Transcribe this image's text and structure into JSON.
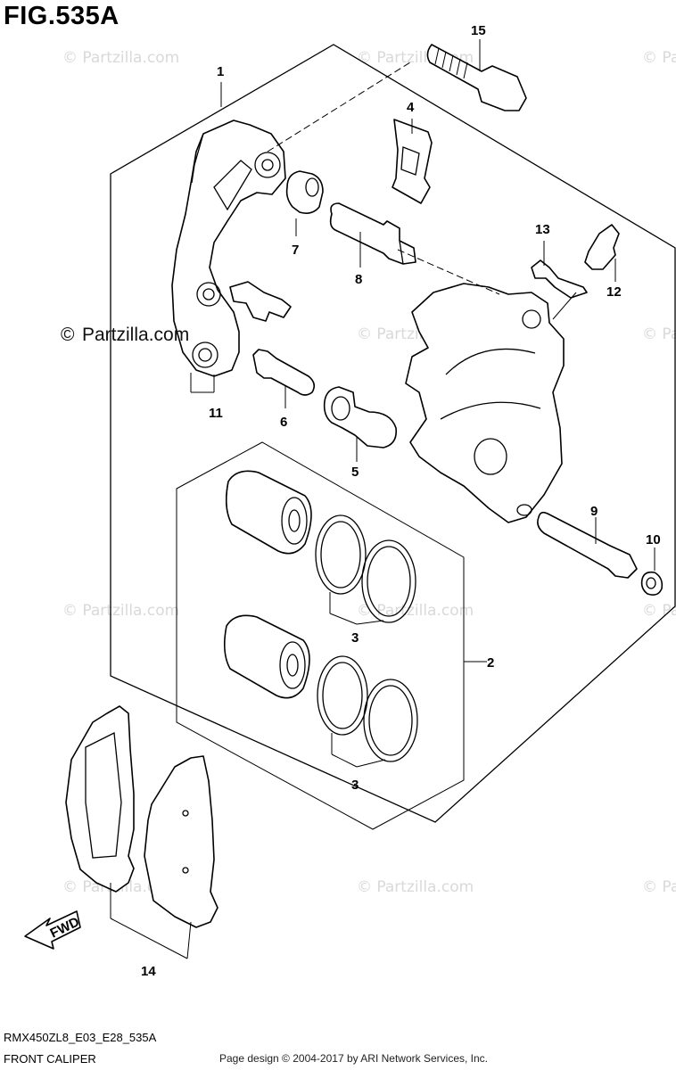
{
  "figure": {
    "title": "FIG.535A"
  },
  "footer": {
    "code": "RMX450ZL8_E03_E28_535A",
    "title": "FRONT CALIPER",
    "credit": "Page design © 2004-2017 by ARI Network Services, Inc."
  },
  "watermarks": {
    "brand": "© Partzilla.com",
    "copyright_symbol": "©",
    "brand_text": "Partzilla.com"
  },
  "fwd": {
    "label": "FWD"
  },
  "callouts": {
    "c1": "1",
    "c2": "2",
    "c3a": "3",
    "c3b": "3",
    "c4": "4",
    "c5": "5",
    "c6": "6",
    "c7": "7",
    "c8": "8",
    "c9": "9",
    "c10": "10",
    "c11": "11",
    "c12": "12",
    "c13": "13",
    "c14": "14",
    "c15": "15"
  }
}
